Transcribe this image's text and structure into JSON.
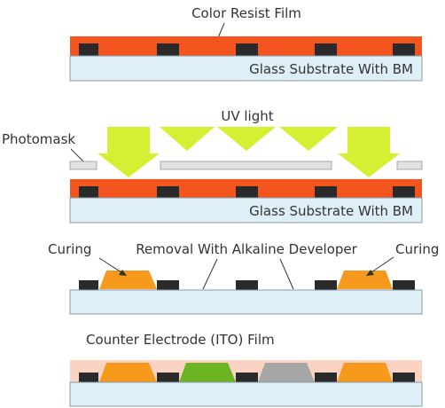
{
  "labels": {
    "color_resist_film": "Color Resist Film",
    "glass_substrate_1": "Glass Substrate With BM",
    "uv_light": "UV light",
    "photomask": "Photomask",
    "glass_substrate_2": "Glass Substrate With BM",
    "curing_left": "Curing",
    "removal": "Removal With Alkaline Developer",
    "curing_right": "Curing",
    "ito_film": "Counter Electrode (ITO) Film"
  },
  "colors": {
    "glass": "#dfeff7",
    "glass_stroke": "#8a9aa3",
    "resist": "#f4541e",
    "black_matrix": "#2a2a2a",
    "uv_arrow": "#d6ef33",
    "photomask": "#e2e2e2",
    "cured_orange": "#f59a1c",
    "green": "#6ab521",
    "gray": "#a6a6a6",
    "ito": "#fbd3c2",
    "leader": "#333333"
  }
}
